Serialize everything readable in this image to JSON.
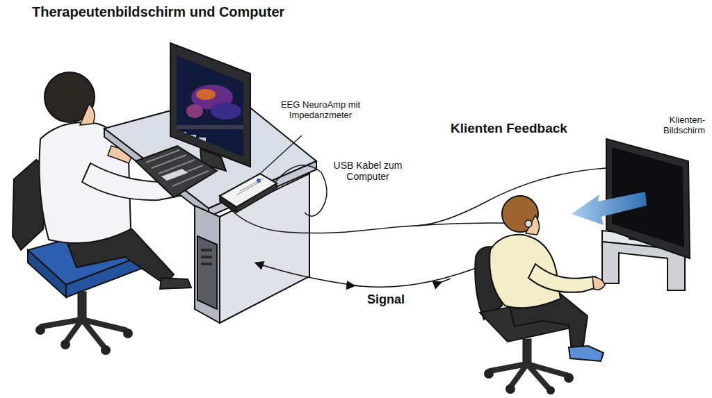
{
  "diagram": {
    "title": "Therapeutenbildschirm und Computer",
    "labels": [
      "EEG NeuroAmp mit Impedanzmeter",
      "USB Kabel zum Computer",
      "Klienten Feedback",
      "Klienten- Bildschirm",
      "Signal"
    ]
  }
}
